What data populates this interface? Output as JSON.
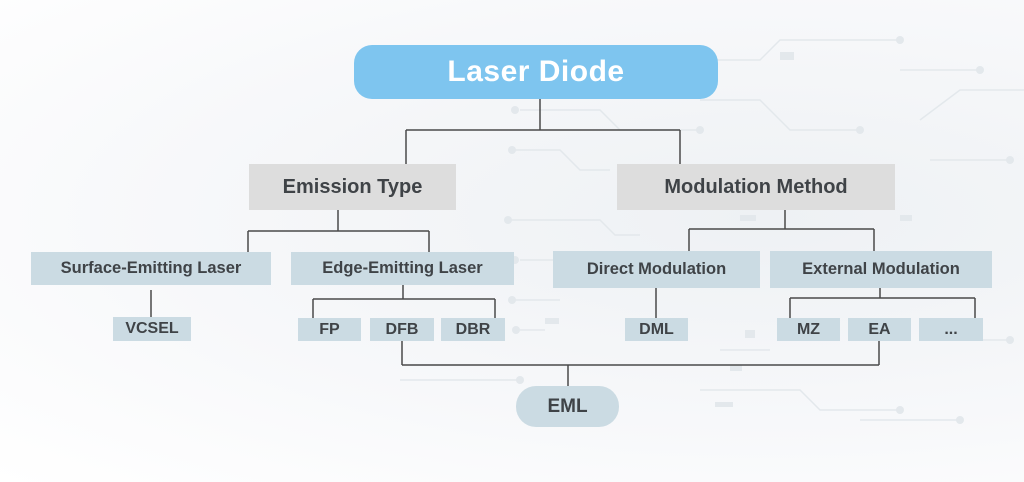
{
  "colors": {
    "root_fill": "#7ec5ef",
    "category_fill": "#dddddd",
    "node_fill": "#cbdbe3",
    "text": "#3f4347",
    "connector": "#4a4a4a"
  },
  "diagram": {
    "root": "Laser Diode",
    "emission_type": {
      "label": "Emission Type",
      "surface_emitting": {
        "label": "Surface-Emitting Laser",
        "children": [
          "VCSEL"
        ]
      },
      "edge_emitting": {
        "label": "Edge-Emitting Laser",
        "children": [
          "FP",
          "DFB",
          "DBR"
        ]
      }
    },
    "modulation_method": {
      "label": "Modulation Method",
      "direct": {
        "label": "Direct Modulation",
        "children": [
          "DML"
        ]
      },
      "external": {
        "label": "External Modulation",
        "children": [
          "MZ",
          "EA",
          "..."
        ]
      }
    },
    "combined": {
      "label": "EML",
      "sources": [
        "DFB",
        "EA"
      ]
    }
  }
}
